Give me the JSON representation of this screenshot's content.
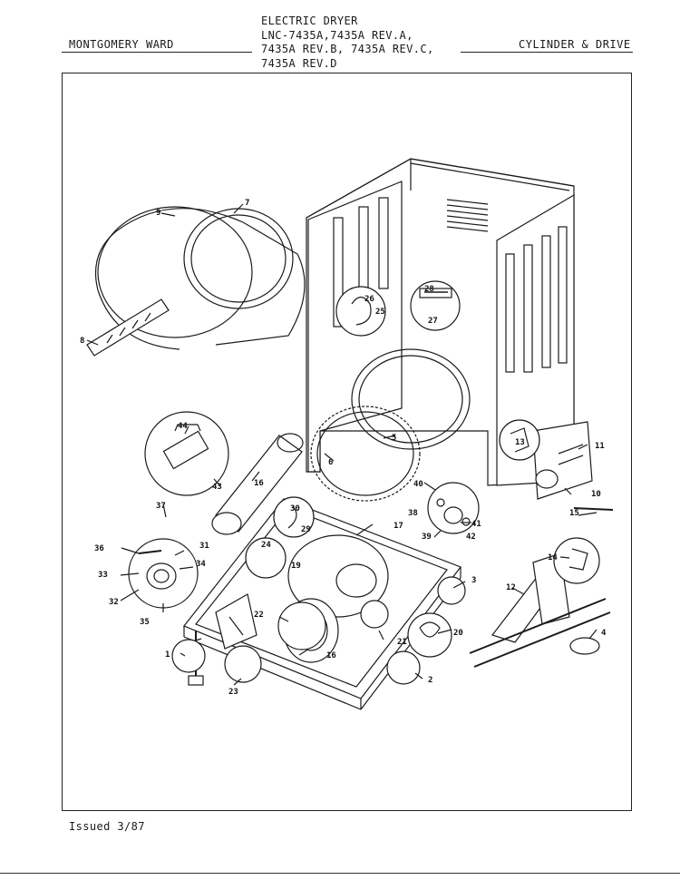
{
  "header": {
    "brand": "MONTGOMERY WARD",
    "section": "CYLINDER & DRIVE",
    "title_lines": [
      "ELECTRIC DRYER",
      "LNC-7435A,7435A REV.A,",
      "7435A REV.B, 7435A REV.C,",
      "7435A REV.D"
    ]
  },
  "footer": {
    "issued": "Issued 3/87"
  },
  "callouts": [
    "1",
    "2",
    "3",
    "4",
    "5",
    "6",
    "7",
    "8",
    "9",
    "10",
    "11",
    "12",
    "13",
    "14",
    "15",
    "16",
    "16",
    "17",
    "19",
    "20",
    "21",
    "22",
    "23",
    "24",
    "25",
    "26",
    "27",
    "28",
    "29",
    "30",
    "31",
    "32",
    "33",
    "34",
    "35",
    "36",
    "37",
    "38",
    "39",
    "40",
    "41",
    "42",
    "43",
    "44"
  ]
}
